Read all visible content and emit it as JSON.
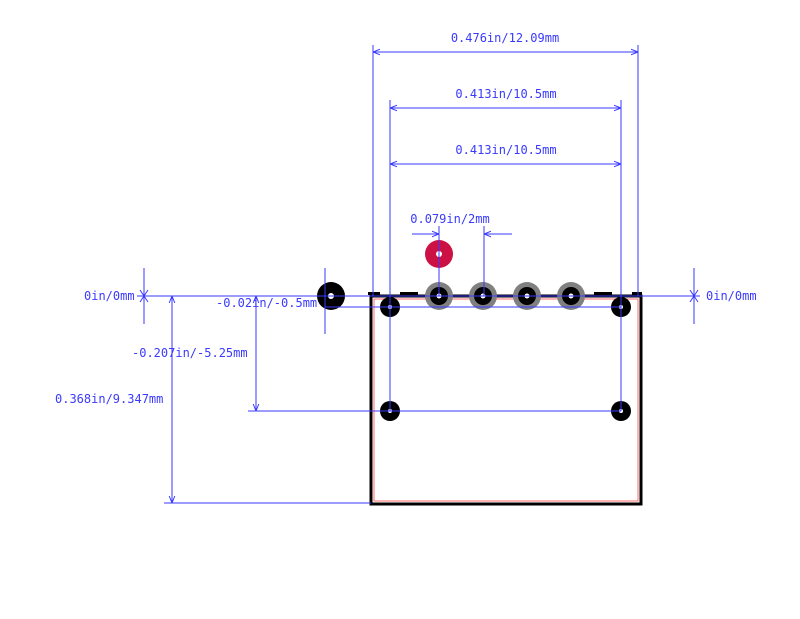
{
  "colors": {
    "dimension": "#3a3aff",
    "outline": "#000000",
    "outline_inner": "#ff6b6b",
    "pad_dark": "#000000",
    "pad_gray": "#808080",
    "pad_highlight": "#cc1144",
    "hole": "#ffffff"
  },
  "dimensions": {
    "overall_width": "0.476in/12.09mm",
    "pin_span_top": "0.413in/10.5mm",
    "pin_span_second": "0.413in/10.5mm",
    "pitch": "0.079in/2mm",
    "origin_left": "0in/0mm",
    "origin_right": "0in/0mm",
    "row_offset": "-0.02in/-0.5mm",
    "lower_row": "-0.207in/-5.25mm",
    "overall_height": "0.368in/9.347mm"
  }
}
